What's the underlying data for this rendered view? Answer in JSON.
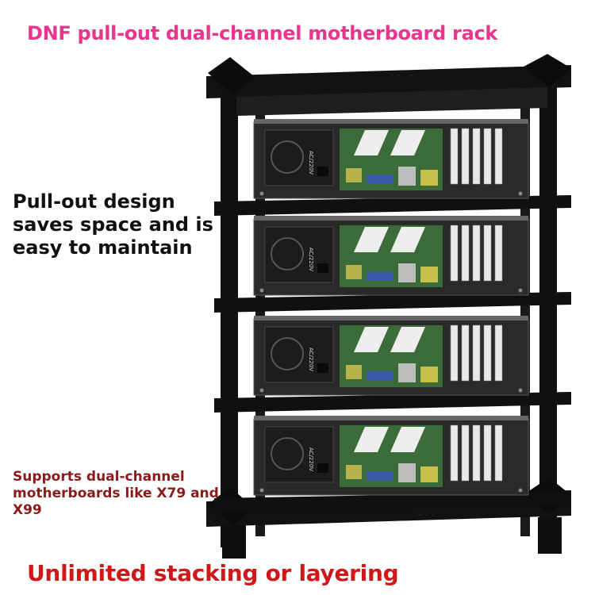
{
  "header": {
    "title": "DNF pull-out dual-channel motherboard rack"
  },
  "features": {
    "design": "Pull-out design saves space and is easy to maintain",
    "support": "Supports dual-channel motherboards like X79 and X99"
  },
  "footer": {
    "tagline": "Unlimited stacking or layering"
  },
  "product": {
    "psu_label": "AC/220V",
    "tray_count": 4
  },
  "colors": {
    "title": "#e8368f",
    "feature": "#111111",
    "support": "#8b1a1a",
    "tagline": "#d01818",
    "frame": "#101010",
    "tray": "#2a2a2a",
    "board": "#3c6b3a",
    "heatsink": "#b8b24a"
  }
}
